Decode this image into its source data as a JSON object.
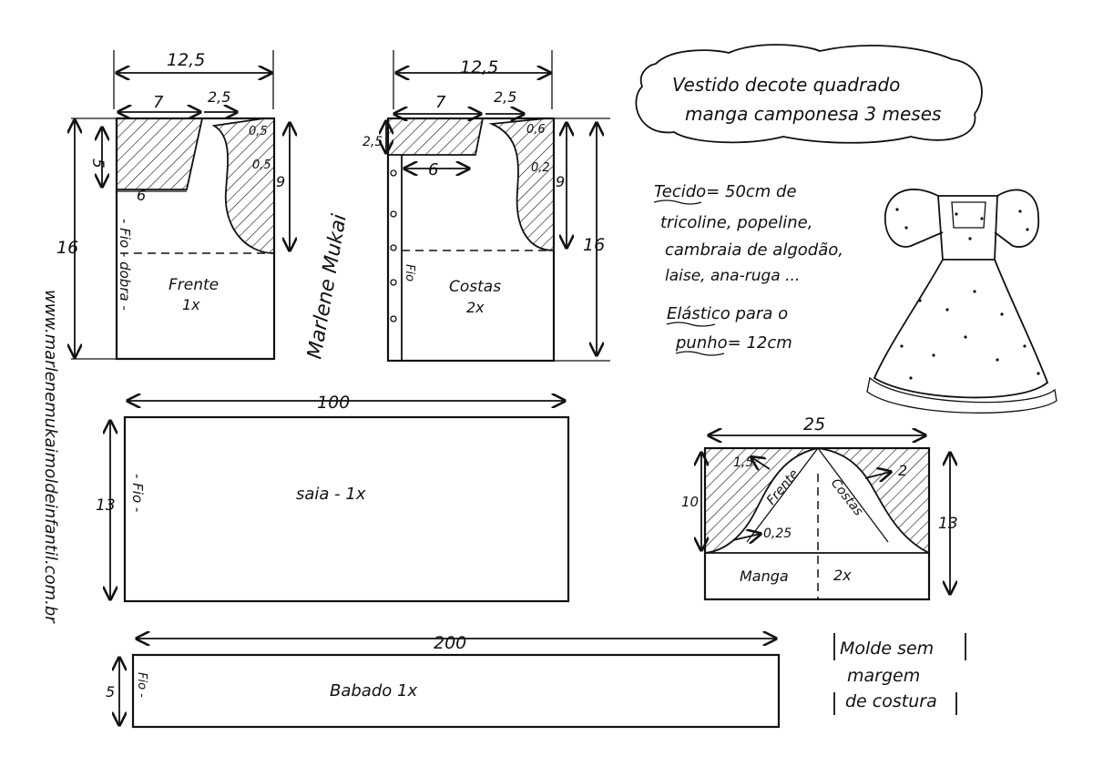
{
  "title": {
    "line1": "Vestido decote quadrado",
    "line2": "manga camponesa 3 meses"
  },
  "notes": {
    "fabric": [
      "Tecido= 50cm de",
      "tricoline, popeline,",
      "cambraia de algodão,",
      "laise, ana-ruga ..."
    ],
    "elastic": [
      "Elástico para o",
      "punho= 12cm"
    ],
    "no_seam": [
      "Molde sem",
      "margem",
      "de costura"
    ]
  },
  "website": "www.marlenemukaimoldeinfantil.com.br",
  "signature": "Marlene Mukai",
  "front": {
    "label": "Frente",
    "qty": "1x",
    "grain": "- Fio - dobra -",
    "width": "12,5",
    "neck_width": "7",
    "shoulder": "2,5",
    "neck_depth": "5",
    "neck_base": "6",
    "shoulder_drop": "0,5",
    "armhole_in": "0,5",
    "armhole_height": "9",
    "height": "16"
  },
  "back": {
    "label": "Costas",
    "qty": "2x",
    "grain": "Fio",
    "width": "12,5",
    "neck_width": "7",
    "shoulder": "2,5",
    "neck_depth": "2,5",
    "neck_base": "6",
    "shoulder_drop": "0,6",
    "armhole_in": "0,2",
    "armhole_height": "9",
    "height": "16"
  },
  "skirt": {
    "label": "saia - 1x",
    "grain": "- Fio -",
    "width": "100",
    "height": "13"
  },
  "ruffle": {
    "label": "Babado 1x",
    "grain": "Fio -",
    "width": "200",
    "height": "5"
  },
  "sleeve": {
    "label": "Manga",
    "qty": "2x",
    "front_label": "Frente",
    "back_label": "Costas",
    "width": "25",
    "cap_height": "10",
    "height": "13",
    "front_offset": "1,5",
    "back_offset": "2",
    "lower_offset": "0,25"
  }
}
